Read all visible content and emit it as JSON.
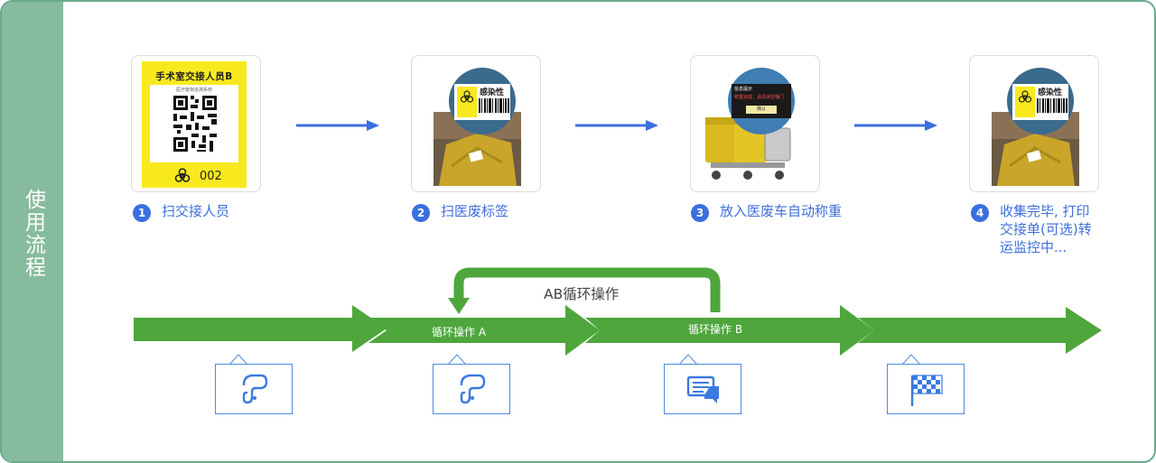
{
  "side": {
    "title": "使用流程"
  },
  "cards": {
    "handover_title": "手术室交接人员B",
    "handover_sub": "医疗废物追溯系统",
    "handover_number": "002",
    "infection_label": "感染性",
    "scale_title": "信息提示",
    "scale_warning": "称重完成，请关闭空桶门",
    "scale_button": "确认"
  },
  "steps": [
    {
      "num": "1",
      "label": "扫交接人员"
    },
    {
      "num": "2",
      "label": "扫医废标签"
    },
    {
      "num": "3",
      "label": "放入医废车自动称重"
    },
    {
      "num": "4",
      "label": "收集完毕, 打印交接单(可选)转运监控中..."
    }
  ],
  "timeline": {
    "loop_label": "AB循环操作",
    "arrow_a_label": "循环操作 A",
    "arrow_b_label": "循环操作 B"
  },
  "icons": [
    {
      "name": "scan-icon"
    },
    {
      "name": "scan-icon"
    },
    {
      "name": "message-icon"
    },
    {
      "name": "finish-flag-icon"
    }
  ],
  "colors": {
    "side_tab": "#87bb9d",
    "accent_blue": "#3a6fe0",
    "timeline_green": "#4ea63c",
    "label_yellow": "#f8e91e"
  }
}
